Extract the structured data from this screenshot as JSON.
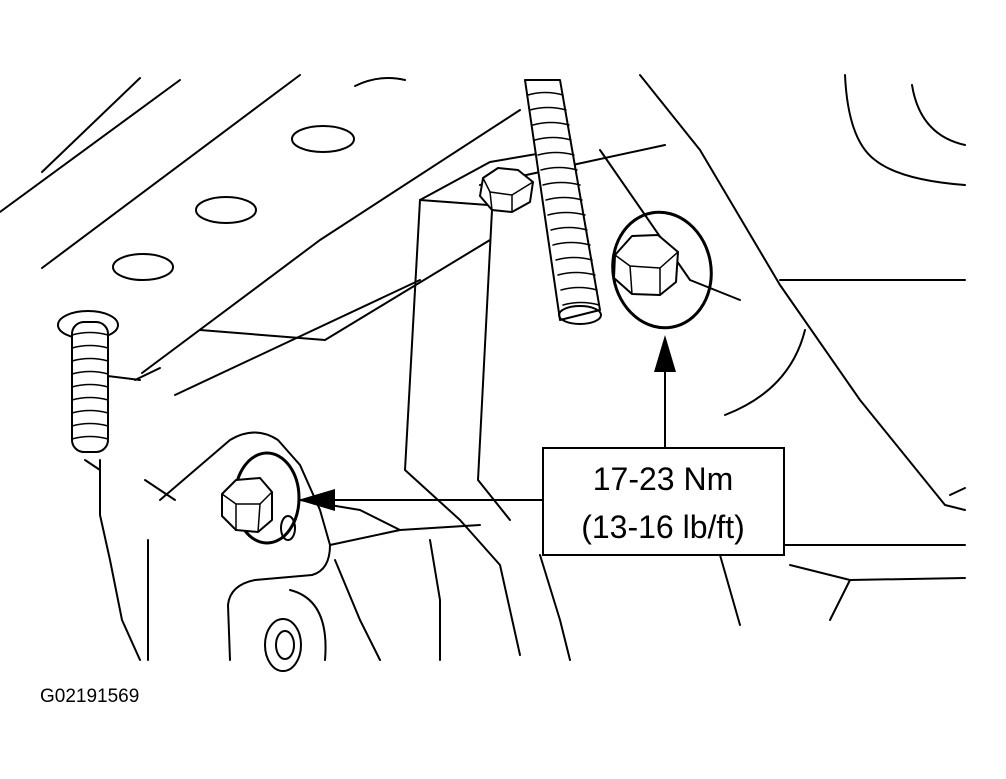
{
  "callout": {
    "line1": "17-23 Nm",
    "line2": "(13-16 lb/ft)"
  },
  "figure": {
    "id": "G02191569"
  },
  "colors": {
    "ink": "#000000",
    "paper": "#ffffff"
  }
}
